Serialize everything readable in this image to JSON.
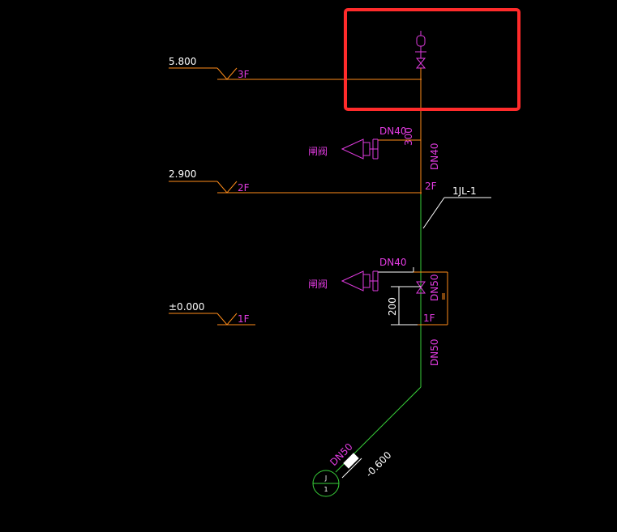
{
  "colors": {
    "background": "#000000",
    "white": "#ffffff",
    "orange": "#ff8c1a",
    "magenta": "#e13be0",
    "green": "#39d13a",
    "red": "#ff2b2b"
  },
  "levels": [
    {
      "elevation": "5.800",
      "floor": "3F"
    },
    {
      "elevation": "2.900",
      "floor": "2F"
    },
    {
      "elevation": "±0.000",
      "floor": "1F"
    }
  ],
  "pipe": {
    "riser_label": "1JL-1",
    "size_upper_branch": "DN40",
    "size_riser_upper": "DN40",
    "size_lower_branch": "DN40",
    "size_riser_lower": "DN50",
    "size_riser_bottom": "DN50",
    "size_inlet": "DN50",
    "riser_node_2f": "2F",
    "riser_node_1f": "1F",
    "upper_small_text": "300",
    "dim_200": "200",
    "inlet_elevation": "-0.600",
    "hydrant_label": "闸阀",
    "hydrant_label_lower": "闸阀",
    "marker_top": "J",
    "marker_bottom": "1"
  },
  "highlight_box": {
    "color": "#ff2b2b"
  }
}
